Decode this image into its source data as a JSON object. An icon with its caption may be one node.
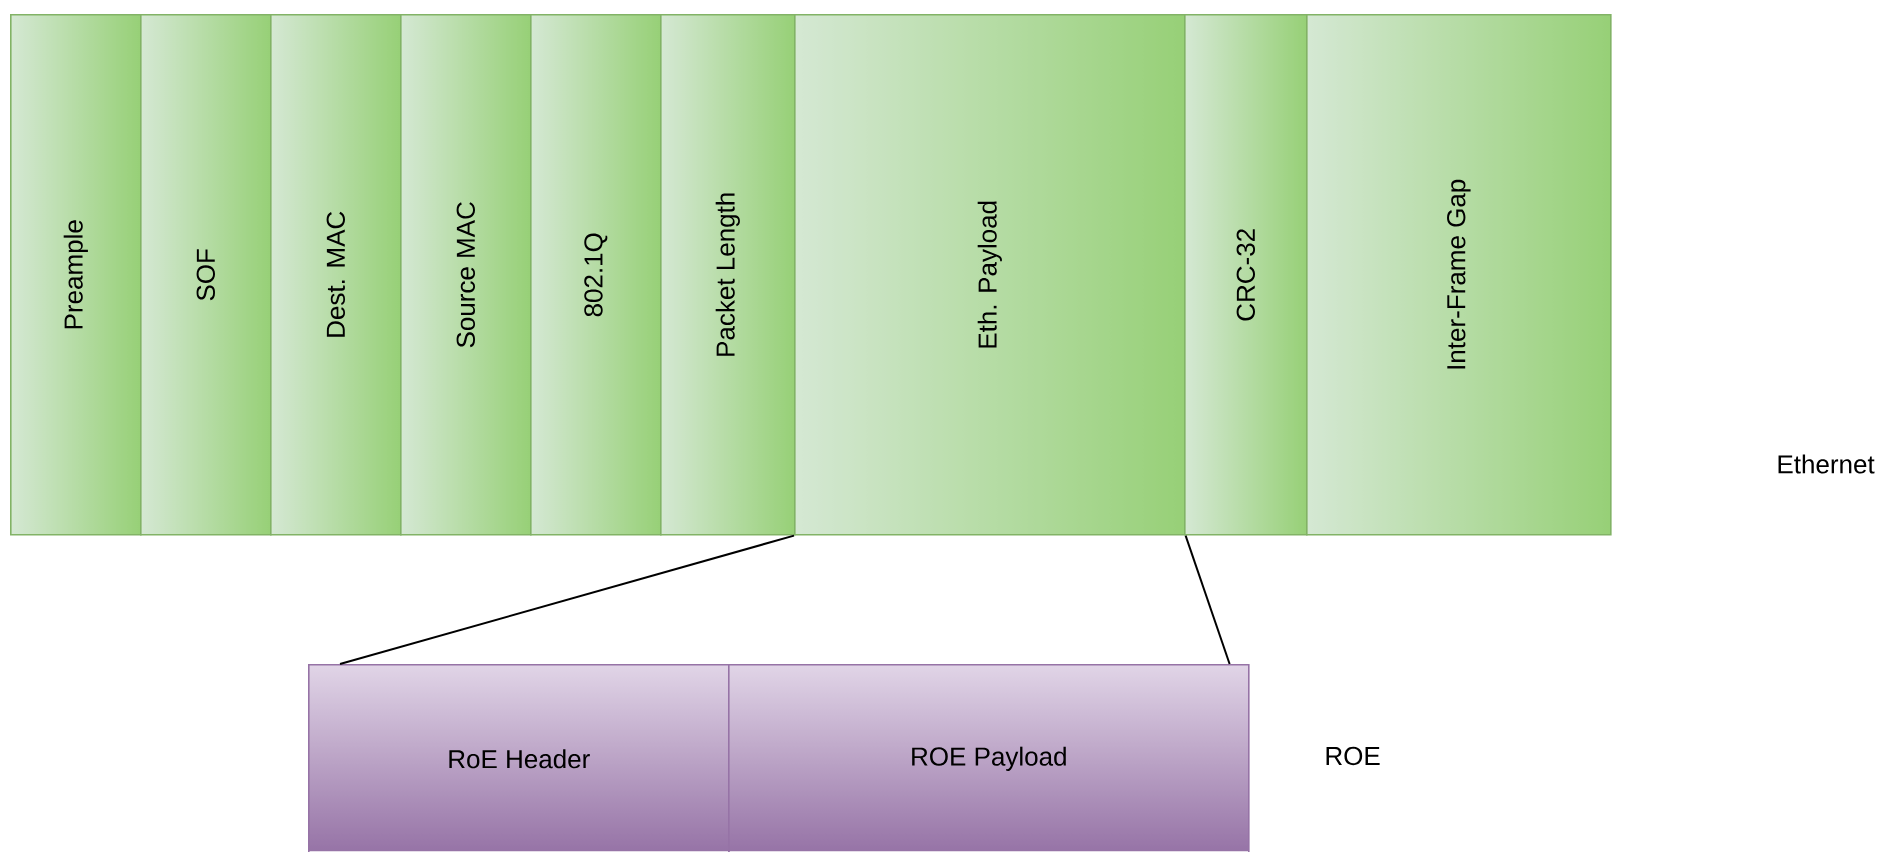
{
  "diagram": {
    "nodes": [
      {
        "text": [
          "Preample"
        ]
      },
      {
        "text": [
          "SOF"
        ]
      },
      {
        "text": [
          "Dest. MAC"
        ]
      },
      {
        "text": [
          "Source MAC"
        ]
      },
      {
        "text": [
          "802.1Q"
        ]
      },
      {
        "text": [
          "Packet Length"
        ]
      },
      {
        "text": [
          "Eth. Payload"
        ]
      },
      {
        "text": [
          "CRC-32"
        ]
      },
      {
        "text": [
          "Inter-Frame Gap"
        ]
      },
      {
        "text": [
          "RoE Header"
        ]
      },
      {
        "text": [
          "ROE Payload"
        ]
      }
    ],
    "edges": [
      {
        "from": 6,
        "to": 9,
        "arrow": "none"
      },
      {
        "from": 6,
        "to": 10,
        "arrow": "none"
      }
    ],
    "labels": [
      "Ethernet",
      "ROE"
    ]
  }
}
